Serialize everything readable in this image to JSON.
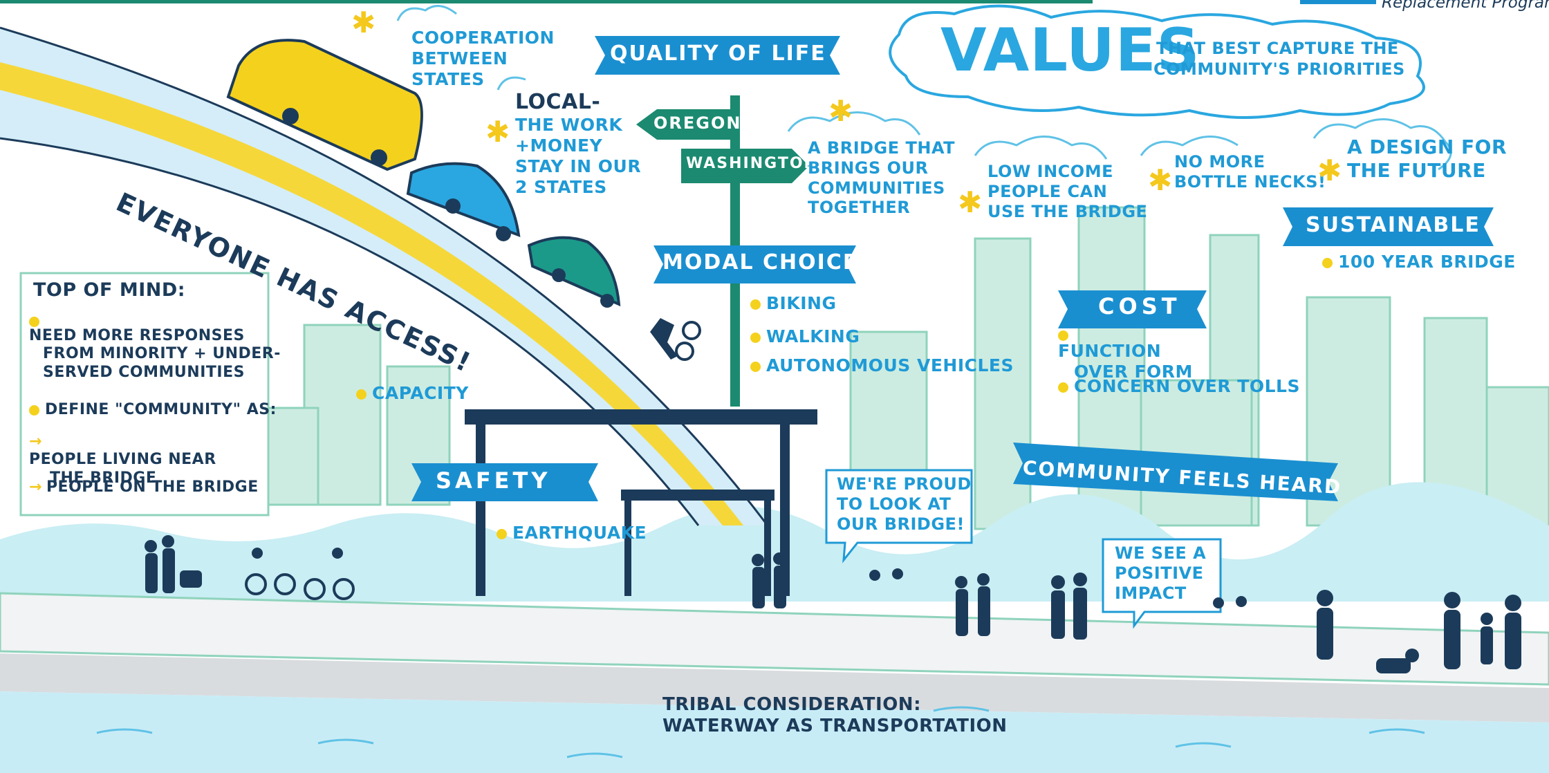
{
  "header": {
    "partial_program_text": "Replacement Program"
  },
  "values_heading": {
    "title": "VALUES",
    "subtitle_line1": "THAT BEST CAPTURE THE",
    "subtitle_line2": "COMMUNITY'S PRIORITIES"
  },
  "bridge_banner": "EVERYONE HAS ACCESS!",
  "cooperation": [
    "COOPERATION",
    "BETWEEN",
    "STATES"
  ],
  "local": [
    "LOCAL-",
    "THE WORK",
    "+MONEY",
    "STAY IN OUR",
    "2 STATES"
  ],
  "quality_of_life": "QUALITY OF LIFE",
  "signpost": {
    "left": "OREGON",
    "right": "WASHINGTON"
  },
  "brings_together": [
    "A BRIDGE THAT",
    "BRINGS OUR",
    "COMMUNITIES",
    "TOGETHER"
  ],
  "low_income": [
    "LOW INCOME",
    "PEOPLE CAN",
    "USE THE BRIDGE"
  ],
  "bottlenecks": [
    "NO MORE",
    "BOTTLE NECKS!"
  ],
  "future": [
    "A DESIGN FOR",
    "THE FUTURE"
  ],
  "sustainable": {
    "label": "SUSTAINABLE",
    "items": [
      "100 YEAR BRIDGE"
    ]
  },
  "modal_choice": {
    "label": "MODAL CHOICE",
    "items": [
      "BIKING",
      "WALKING",
      "AUTONOMOUS VEHICLES"
    ]
  },
  "cost": {
    "label": "COST",
    "items": [
      [
        "FUNCTION",
        "OVER FORM"
      ],
      [
        "CONCERN OVER TOLLS"
      ]
    ]
  },
  "top_of_mind": {
    "title": "TOP OF MIND:",
    "item1": [
      "NEED MORE RESPONSES",
      "FROM MINORITY + UNDER-",
      "SERVED COMMUNITIES"
    ],
    "item2": "DEFINE \"COMMUNITY\" AS:",
    "sub1": [
      "PEOPLE LIVING NEAR",
      "THE BRIDGE"
    ],
    "sub2": "PEOPLE ON THE BRIDGE"
  },
  "capacity": "CAPACITY",
  "safety": {
    "label": "SAFETY",
    "items": [
      "EARTHQUAKE"
    ]
  },
  "proud": [
    "WE'RE PROUD",
    "TO LOOK AT",
    "OUR BRIDGE!"
  ],
  "community_heard": "COMMUNITY FEELS HEARD",
  "positive": [
    "WE SEE A",
    "POSITIVE",
    "IMPACT"
  ],
  "tribal": [
    "TRIBAL CONSIDERATION:",
    "WATERWAY AS TRANSPORTATION"
  ],
  "colors": {
    "accent_blue": "#1f9ad6",
    "banner_blue": "#1a8fd0",
    "navy": "#1c3b5a",
    "yellow": "#f4d11c",
    "sign_green": "#1b8a70",
    "pale_green": "#bfe6d7",
    "water": "#c8ecf6"
  },
  "icons": [
    "star-icon",
    "bus-icon",
    "car-icon",
    "signpost-icon",
    "skyline-icon",
    "people-silhouette-icon",
    "dog-icon",
    "water-icon"
  ]
}
